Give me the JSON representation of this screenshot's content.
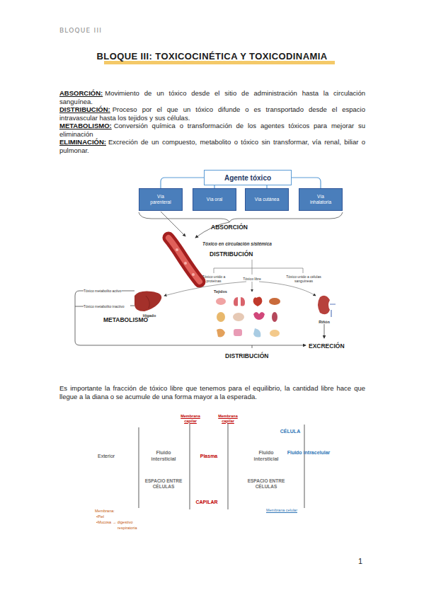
{
  "diagram": {
    "title": "BLOQUE III: TOXICOCINÉTICA Y TOXICODINAMIA",
    "nodes": [
      {
        "text": [
          "Agente tóxico"
        ]
      },
      {
        "text": [
          "Vía parenteral"
        ]
      },
      {
        "text": [
          "Vía oral"
        ]
      },
      {
        "text": [
          "Vía cutánea"
        ]
      },
      {
        "text": [
          "Vía inhalatoria"
        ]
      }
    ],
    "edges": [
      {
        "from": 0,
        "to": 1,
        "arrow": "none"
      },
      {
        "from": 0,
        "to": 2,
        "arrow": "none"
      },
      {
        "from": 0,
        "to": 3,
        "arrow": "none"
      },
      {
        "from": 0,
        "to": 4,
        "arrow": "none"
      }
    ],
    "labels": [
      "BLOQUE III",
      "ABSORCIÓN:",
      "Movimiento de un tóxico desde el sitio de administración hasta la circulación sanguínea.",
      "DISTRIBUCIÓN:",
      "Proceso por el que un tóxico difunde o es transportado desde el espacio intravascular hasta los tejidos y sus células.",
      "METABOLISMO:",
      "Conversión química o transformación de los agentes tóxicos para mejorar su eliminación",
      "ELIMINACIÓN:",
      "Excreción de un compuesto, metabolito o tóxico sin transformar, vía renal, biliar o pulmonar.",
      "ABSORCIÓN",
      "Tóxico en circulación sistémica",
      "DISTRIBUCIÓN",
      "Tóxico unido a proteínas",
      "Tóxico libre",
      "Tóxico unido a células sanguíneas",
      "Tóxico metabolito activo",
      "Tóxico metabolito inactivo",
      "Hígado",
      "METABOLISMO",
      "Tejidos",
      "Riñón",
      "EXCRECIÓN",
      "DISTRIBUCIÓN",
      "Es importante la fracción de tóxico libre que tenemos para el equilibrio, la cantidad libre hace que llegue a la diana o se acumule de una forma mayor a la esperada.",
      "Membrana capilar",
      "Membrana capilar",
      "CÉLULA",
      "Exterior",
      "Fluido intersticial",
      "Plasma",
      "Fluido intersticial",
      "Fluido intracelular",
      "ESPACIO ENTRE CÉLULAS",
      "CAPILAR",
      "ESPACIO ENTRE CÉLULAS",
      "Membrana:",
      "•Piel",
      "•Mucosa → digestivo",
      "respiratoria",
      "Membrana celular",
      "1"
    ]
  }
}
